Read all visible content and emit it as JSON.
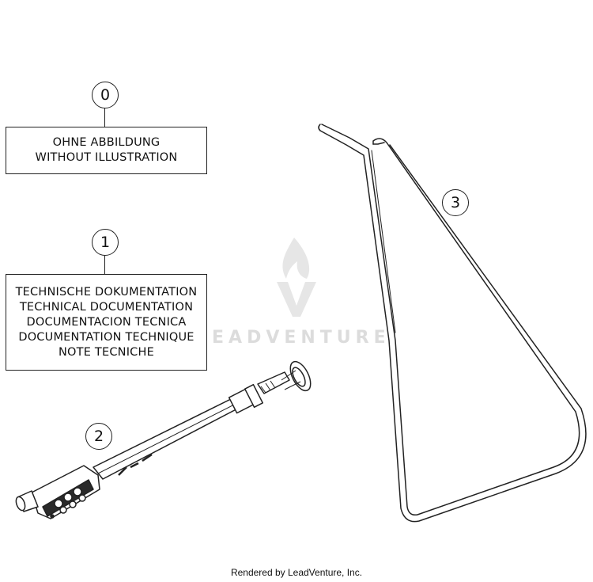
{
  "callouts": {
    "c0": "0",
    "c1": "1",
    "c2": "2",
    "c3": "3"
  },
  "box0": {
    "line1": "OHNE ABBILDUNG",
    "line2": "WITHOUT ILLUSTRATION"
  },
  "box1": {
    "line1": "TECHNISCHE DOKUMENTATION",
    "line2": "TECHNICAL DOCUMENTATION",
    "line3": "DOCUMENTACION TECNICA",
    "line4": "DOCUMENTATION TECHNIQUE",
    "line5": "NOTE TECNICHE"
  },
  "watermark": {
    "text": "LEADVENTURE",
    "icon": "leadventure-flame-logo"
  },
  "footer": {
    "credit": "Rendered by LeadVenture, Inc."
  }
}
